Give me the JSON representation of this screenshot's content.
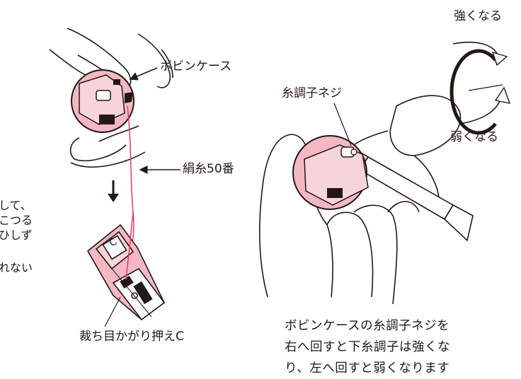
{
  "labels": {
    "bobbin_case": "ボビンケース",
    "silk_thread": "絹糸50番",
    "presser_foot": "裁ち目かがり押えC",
    "tension_screw": "糸調子ネジ",
    "stronger": "強くなる",
    "weaker": "弱くなる"
  },
  "cut_text": {
    "line1": "して、",
    "line2": "こつる",
    "line3": "ひしず",
    "line4": "れない"
  },
  "caption": {
    "line1": "ボビンケースの糸調子ネジを",
    "line2": "右へ回すと下糸調子は強くな",
    "line3": "り、左へ回すと弱くなります"
  },
  "foot_letter": "C",
  "colors": {
    "ink": "#231815",
    "bobbin_pink": "#f2b8c3",
    "thread_red": "#e83a5a",
    "paper": "#ffffff"
  }
}
